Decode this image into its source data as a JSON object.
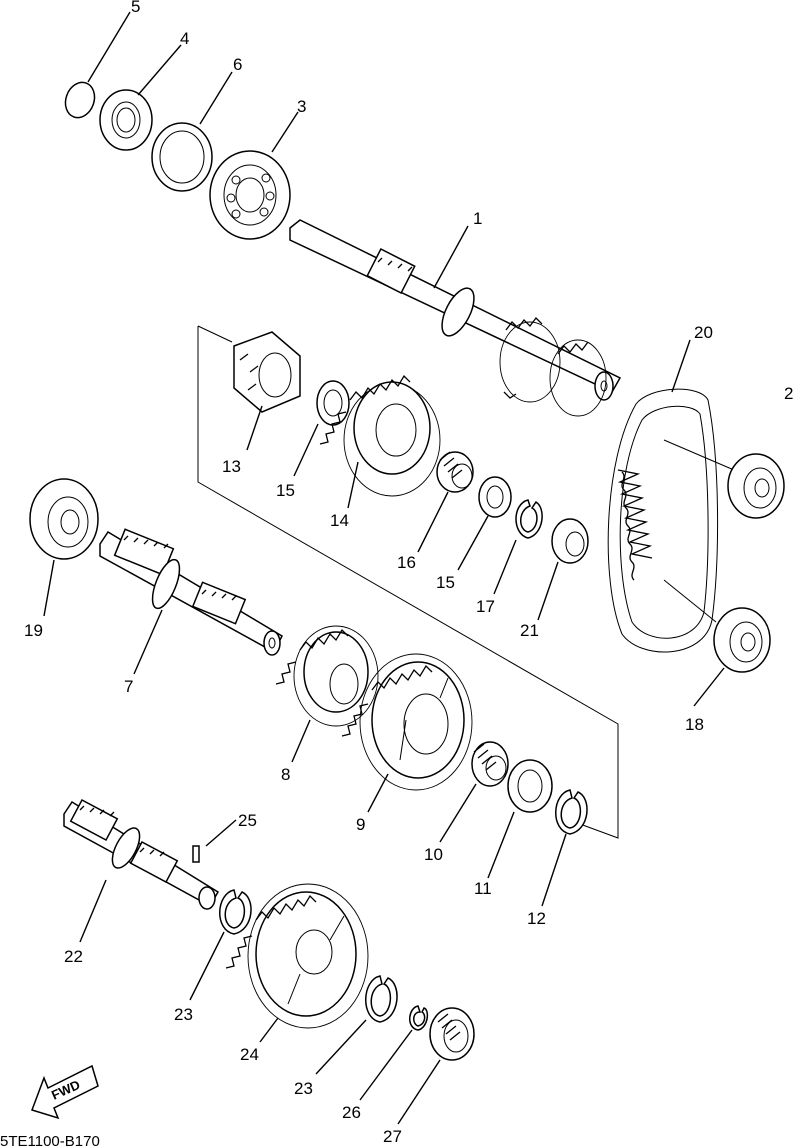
{
  "diagram": {
    "code": "5TE1100-B170",
    "fwd_label": "FWD",
    "parts": [
      {
        "ref": "1"
      },
      {
        "ref": "2"
      },
      {
        "ref": "3"
      },
      {
        "ref": "4"
      },
      {
        "ref": "5"
      },
      {
        "ref": "6"
      },
      {
        "ref": "7"
      },
      {
        "ref": "8"
      },
      {
        "ref": "9"
      },
      {
        "ref": "10"
      },
      {
        "ref": "11"
      },
      {
        "ref": "12"
      },
      {
        "ref": "13"
      },
      {
        "ref": "14"
      },
      {
        "ref": "15"
      },
      {
        "ref": "15"
      },
      {
        "ref": "16"
      },
      {
        "ref": "17"
      },
      {
        "ref": "18"
      },
      {
        "ref": "19"
      },
      {
        "ref": "20"
      },
      {
        "ref": "21"
      },
      {
        "ref": "22"
      },
      {
        "ref": "23"
      },
      {
        "ref": "23"
      },
      {
        "ref": "24"
      },
      {
        "ref": "25"
      },
      {
        "ref": "26"
      },
      {
        "ref": "27"
      }
    ]
  }
}
